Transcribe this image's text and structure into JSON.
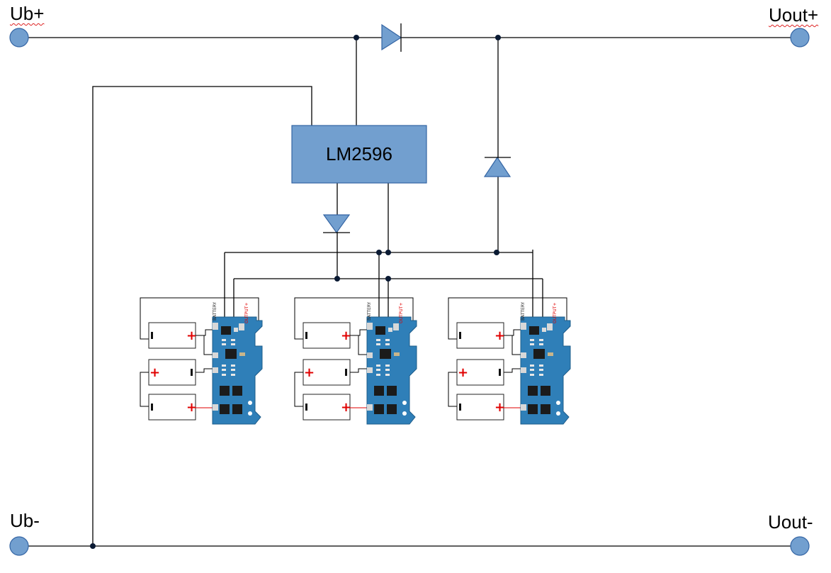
{
  "terminals": {
    "ub_plus": "Ub+",
    "uout_plus": "Uout+",
    "ub_minus": "Ub-",
    "uout_minus": "Uout-"
  },
  "regulator": {
    "label": "LM2596"
  },
  "bms": {
    "pin_left": "BATTERY",
    "pin_right": "OUTPUT+"
  },
  "battery": {
    "plus": "+",
    "minus": "-"
  },
  "colors": {
    "wire": "#000000",
    "terminal_fill": "#729fcf",
    "terminal_stroke": "#3465a4",
    "component_fill": "#729fcf",
    "component_stroke": "#3465a4",
    "pcb_blue": "#2f7fb8",
    "plus_mark": "#e00000"
  }
}
